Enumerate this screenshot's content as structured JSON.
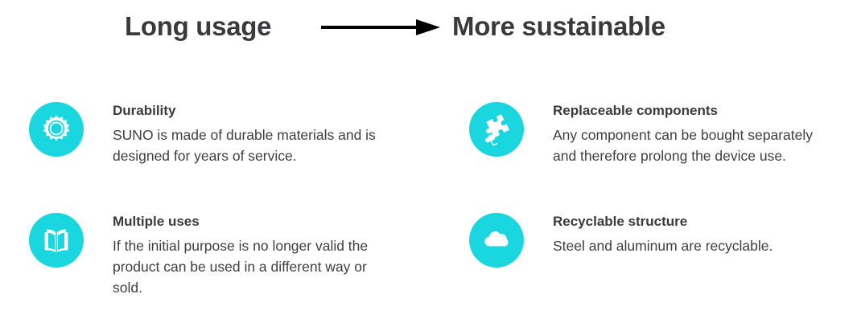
{
  "header": {
    "left_title": "Long usage",
    "right_title": "More sustainable",
    "arrow_icon": "right-arrow-icon"
  },
  "theme": {
    "accent_color": "#1ad6de",
    "title_color": "#3a3a3c",
    "body_color": "#3f3f41",
    "background": "#ffffff",
    "arrow_color": "#000000"
  },
  "features": [
    {
      "icon": "gear-icon",
      "title": "Durability",
      "description": "SUNO is made of durable materials and is designed for years of service."
    },
    {
      "icon": "puzzle-piece-icon",
      "title": "Replaceable components",
      "description": "Any component can be bought separately and therefore prolong the device use."
    },
    {
      "icon": "open-book-icon",
      "title": "Multiple uses",
      "description": "If the initial purpose is no longer valid the product can be used in a different way or sold."
    },
    {
      "icon": "cloud-icon",
      "title": "Recyclable structure",
      "description": "Steel and aluminum are recyclable."
    }
  ]
}
